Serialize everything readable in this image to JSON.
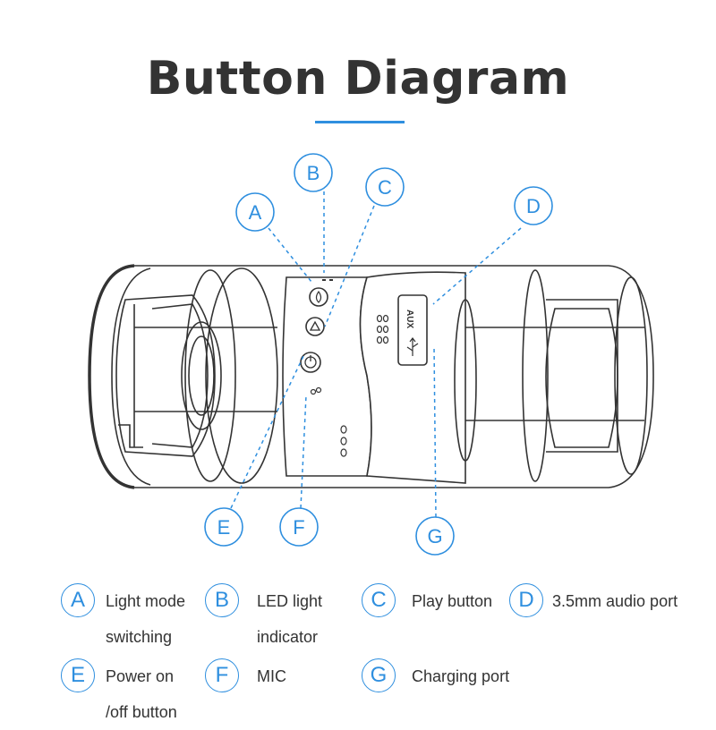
{
  "title": "Button Diagram",
  "accent_color": "#2f8fdf",
  "callouts": [
    {
      "letter": "A"
    },
    {
      "letter": "B"
    },
    {
      "letter": "C"
    },
    {
      "letter": "D"
    },
    {
      "letter": "E"
    },
    {
      "letter": "F"
    },
    {
      "letter": "G"
    }
  ],
  "device": {
    "port_label": "AUX"
  },
  "legend": [
    {
      "letter": "A",
      "label": "Light mode\nswitching"
    },
    {
      "letter": "B",
      "label": "LED light\nindicator"
    },
    {
      "letter": "C",
      "label": "Play button"
    },
    {
      "letter": "D",
      "label": "3.5mm audio port"
    },
    {
      "letter": "E",
      "label": "Power on\n/off button"
    },
    {
      "letter": "F",
      "label": "MIC"
    },
    {
      "letter": "G",
      "label": "Charging port"
    }
  ]
}
